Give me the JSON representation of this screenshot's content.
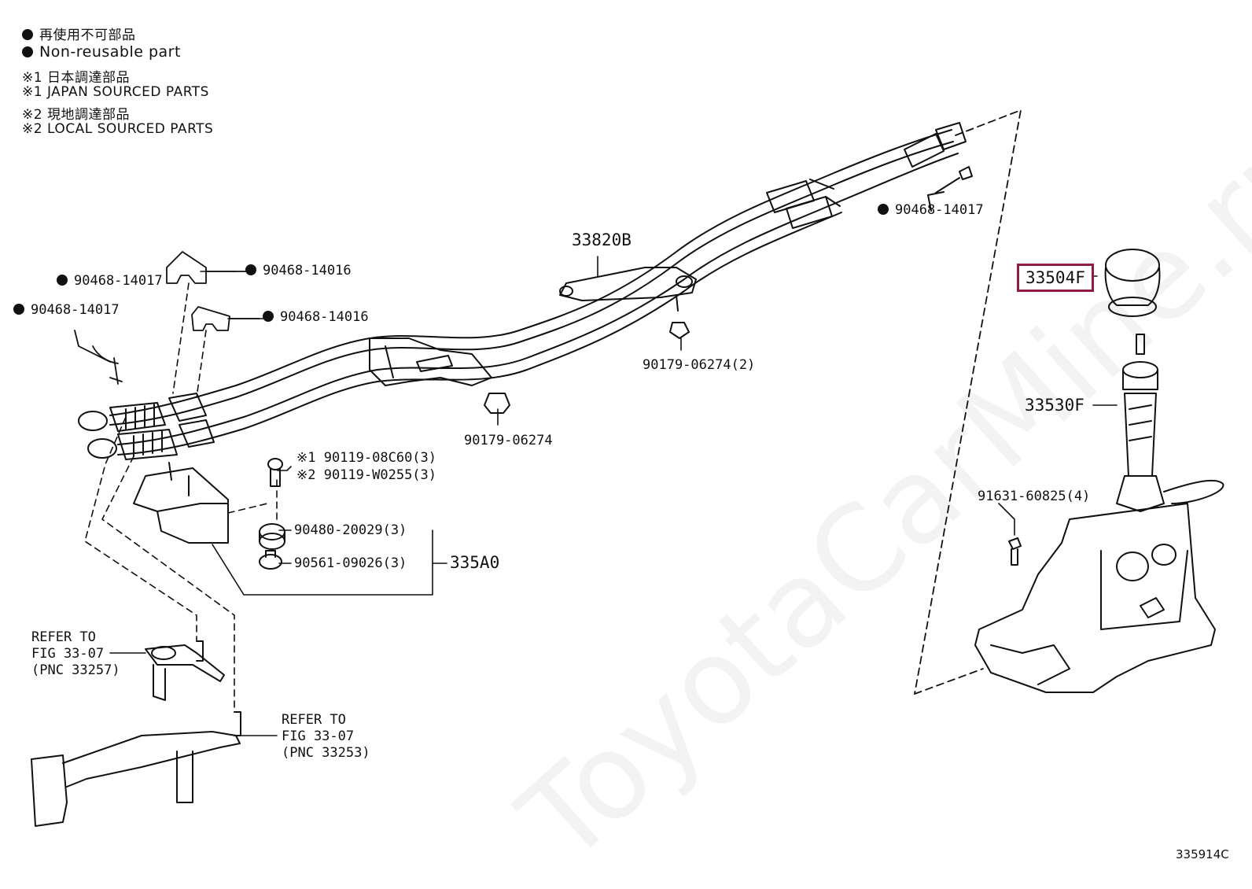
{
  "legend": {
    "line1": "再使用不可部品",
    "line2": "Non-reusable part",
    "line3": "※1 日本調達部品",
    "line4": "※1 JAPAN SOURCED PARTS",
    "line5": "※2 現地調達部品",
    "line6": "※2 LOCAL SOURCED PARTS"
  },
  "watermark": "ToyotaCarMine.ru",
  "labels": {
    "p90468_14017_top": "90468-14017",
    "p33820B": "33820B",
    "p33504F": "33504F",
    "p90468_14016_a": "90468-14016",
    "p90468_14017_a": "90468-14017",
    "p90468_14016_b": "90468-14016",
    "p90468_14017_b": "90468-14017",
    "p90179_06274_2": "90179-06274(2)",
    "p33530F": "33530F",
    "p90179_06274": "90179-06274",
    "p90119_08C60": "※1 90119-08C60(3)",
    "p90119_W0255": "※2 90119-W0255(3)",
    "p91631_60825": "91631-60825(4)",
    "p90480_20029": "90480-20029(3)",
    "p90561_09026": "90561-09026(3)",
    "p335A0": "335A0",
    "ref1_line1": "REFER TO",
    "ref1_line2": "FIG 33-07",
    "ref1_line3": "(PNC 33257)",
    "ref2_line1": "REFER TO",
    "ref2_line2": "FIG 33-07",
    "ref2_line3": "(PNC 33253)",
    "diagram_code": "335914C"
  },
  "colors": {
    "highlight": "#8f1d3f",
    "ink": "#111111"
  }
}
